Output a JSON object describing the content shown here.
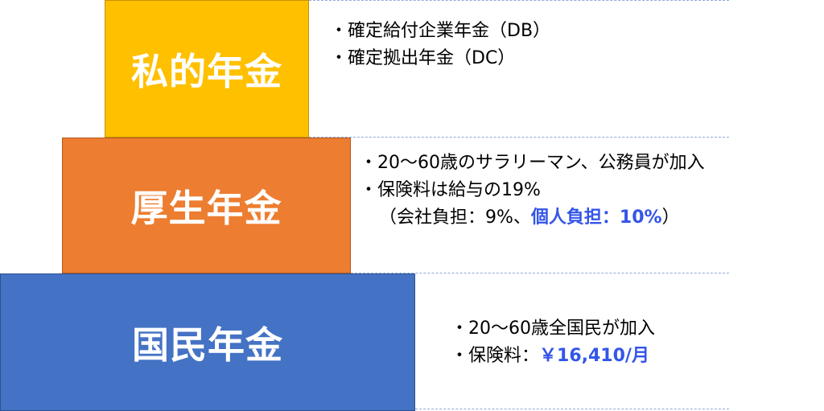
{
  "tiers": {
    "private": {
      "label": "私的年金",
      "color": "#FFC000",
      "lines": [
        "・確定給付企業年金（DB）",
        "・確定拠出年金（DC）"
      ]
    },
    "employee": {
      "label": "厚生年金",
      "color": "#ED7D31",
      "line1": "・20～60歳のサラリーマン、公務員が加入",
      "line2": "・保険料は給与の19%",
      "line3_prefix": "（会社負担：9%、",
      "line3_highlight": "個人負担：10%",
      "line3_suffix": "）"
    },
    "national": {
      "label": "国民年金",
      "color": "#4472C4",
      "line1": "・20～60歳全国民が加入",
      "line2_prefix": "・保険料：",
      "line2_highlight": "￥16,410/月"
    }
  },
  "highlight_color": "#3355E8"
}
